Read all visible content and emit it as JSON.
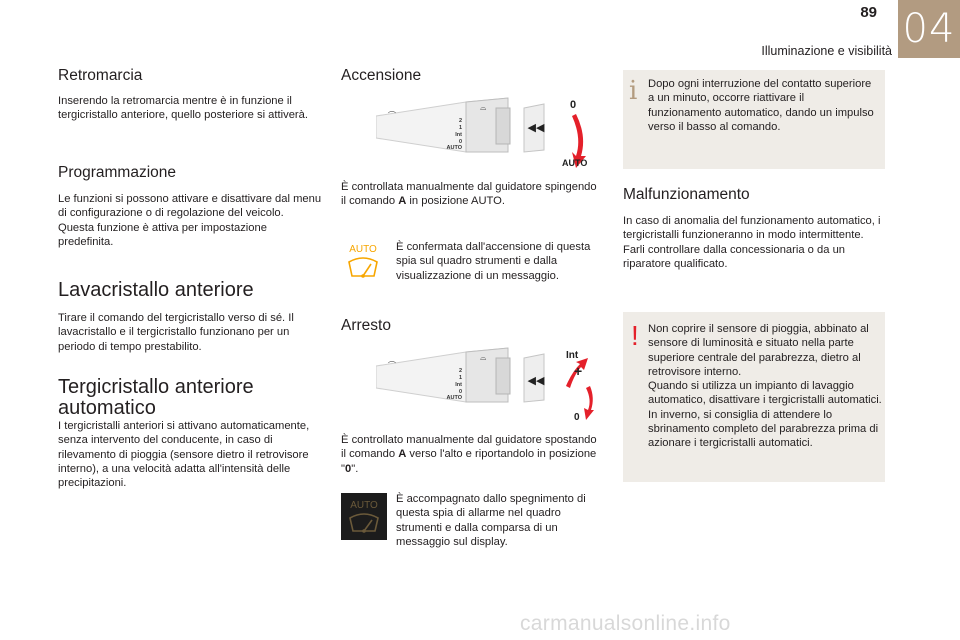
{
  "header": {
    "page_number": "89",
    "chapter_number": "04",
    "section": "Illuminazione e visibilità"
  },
  "col1": {
    "retromarcia_title": "Retromarcia",
    "retromarcia_text": "Inserendo la retromarcia mentre è in funzione il tergicristallo anteriore, quello posteriore si attiverà.",
    "programmazione_title": "Programmazione",
    "programmazione_text": "Le funzioni si possono attivare e disattivare dal menu di configurazione o di regolazione del veicolo. Questa funzione è attiva per impostazione predefinita.",
    "lavacristallo_title": "Lavacristallo anteriore",
    "lavacristallo_text": "Tirare il comando del tergicristallo verso di sé. Il lavacristallo e il tergicristallo funzionano per un periodo di tempo prestabilito.",
    "automatico_title_1": "Tergicristallo anteriore",
    "automatico_title_2": "automatico",
    "automatico_text": "I tergicristalli anteriori si attivano automaticamente, senza intervento del conducente, in caso di rilevamento di pioggia (sensore dietro il retrovisore interno), a una velocità adatta all'intensità delle precipitazioni."
  },
  "col2": {
    "accensione_title": "Accensione",
    "lever1": {
      "labels": [
        "2",
        "1",
        "Int",
        "0",
        "AUTO"
      ],
      "top_mark": "0",
      "bottom_mark": "AUTO"
    },
    "accensione_text_before": "È controllata manualmente dal guidatore spingendo il comando ",
    "accensione_text_bold": "A",
    "accensione_text_after": " in posizione AUTO.",
    "auto_lamp_label": "AUTO",
    "auto_lamp_text": "È confermata dall'accensione di questa spia sul quadro strumenti e dalla visualizzazione di un messaggio.",
    "arresto_title": "Arresto",
    "lever2": {
      "labels": [
        "2",
        "1",
        "Int",
        "0",
        "AUTO"
      ],
      "top_mark": "Int",
      "bottom_mark": "0"
    },
    "arresto_text_before": "È controllato manualmente dal guidatore spostando il comando ",
    "arresto_text_bold": "A",
    "arresto_text_mid": " verso l'alto e riportandolo in posizione \"",
    "arresto_text_bold2": "0",
    "arresto_text_after": "\".",
    "off_lamp_label": "AUTO",
    "off_lamp_text": "È accompagnato dallo spegnimento di questa spia di allarme nel quadro strumenti e dalla comparsa di un messaggio sul display."
  },
  "col3": {
    "info_icon": "i",
    "info_text": "Dopo ogni interruzione del contatto superiore a un minuto, occorre riattivare il funzionamento automatico, dando un impulso verso il basso al comando.",
    "malfunzionamento_title": "Malfunzionamento",
    "malfunzionamento_text": "In caso di anomalia del funzionamento automatico, i tergicristalli funzioneranno in modo intermittente. Farli controllare dalla concessionaria o da un riparatore qualificato.",
    "warning_icon": "!",
    "warning_text_1": "Non coprire il sensore di pioggia, abbinato al sensore di luminosità e situato nella parte superiore centrale del parabrezza, dietro al retrovisore interno.",
    "warning_text_2": "Quando si utilizza un impianto di lavaggio automatico, disattivare i tergicristalli automatici.",
    "warning_text_3": "In inverno, si consiglia di attendere lo sbrinamento completo del parabrezza prima di azionare i tergicristalli automatici."
  },
  "watermark": "carmanualsonline.info",
  "colors": {
    "chapter_tab": "#b29b81",
    "note_box": "#efece7",
    "auto_orange": "#f7a600",
    "arrow_red": "#e4202a"
  }
}
